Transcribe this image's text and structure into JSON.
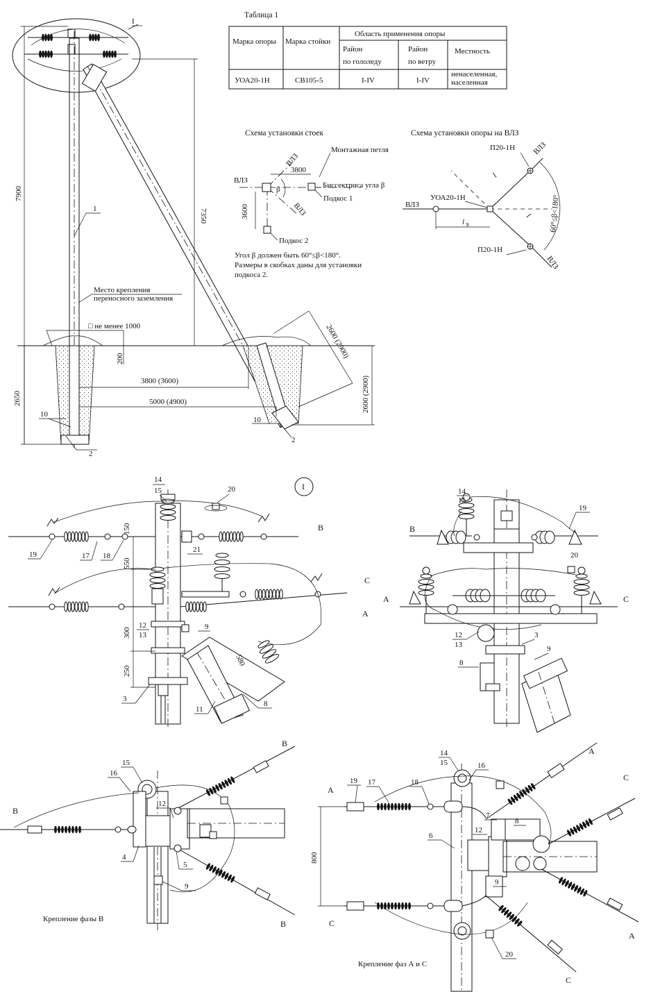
{
  "table": {
    "caption": "Таблица 1",
    "col_support": "Марка опоры",
    "col_post": "Марка стойки",
    "col_area": "Область применения опоры",
    "col_ice_1": "Район",
    "col_ice_2": "по гололеду",
    "col_wind_1": "Район",
    "col_wind_2": "по ветру",
    "col_terrain": "Местность",
    "row": {
      "support": "УОА20-1Н",
      "post": "СВ105-5",
      "ice": "I-IV",
      "wind": "I-IV",
      "terrain_1": "ненаселенная,",
      "terrain_2": "населенная"
    }
  },
  "scheme_posts": {
    "title": "Схема установки стоек",
    "vlz": "ВЛЗ",
    "mount_loop": "Монтажная петля",
    "bisector": "Биссектриса угла β",
    "brace1": "Подкос 1",
    "brace2": "Подкос 2",
    "dim_3800": "3800",
    "dim_3600": "3600",
    "beta": "β",
    "note_1": "Угол β должен быть 60°≤β<180°.",
    "note_2": "Размеры в скобках даны для установки",
    "note_3": "подкоса 2."
  },
  "scheme_line": {
    "title": "Схема установки опоры на ВЛЗ",
    "p20_top": "П20-1Н",
    "p20_bottom": "П20-1Н",
    "uoa": "УОА20-1Н",
    "vlz": "ВЛЗ",
    "l3": "l",
    "l3_sub": "з",
    "angle": "60°≤β<180°"
  },
  "elevation": {
    "dim_7900": "7900",
    "dim_7350": "7350",
    "dim_2650": "2650",
    "dim_200": "200",
    "dim_min1000": "□ не менее 1000",
    "dim_3800": "3800 (3600)",
    "dim_5000": "5000 (4900)",
    "dim_2600a": "2600 (2900)",
    "dim_2600b": "2600 (2900)",
    "ground_note_1": "Место крепления",
    "ground_note_2": "переносного заземления",
    "pos1": "1",
    "pos1b": "I",
    "pos2": "2",
    "pos2b": "2",
    "pos10": "10",
    "pos10b": "10"
  },
  "detail_left": {
    "node": "I",
    "p14": "14",
    "p15": "15",
    "p20": "20",
    "p19": "19",
    "p17": "17",
    "p18": "18",
    "p21": "21",
    "p12": "12",
    "p13": "13",
    "p9": "9",
    "p3": "3",
    "p11": "11",
    "p8": "8",
    "d150": "150",
    "d550": "550",
    "d300": "300",
    "d250": "250",
    "d580": "580",
    "phase_b": "В",
    "phase_c": "С",
    "phase_a": "А"
  },
  "detail_right": {
    "p14": "14",
    "p15": "15",
    "p19": "19",
    "p20": "20",
    "p12": "12",
    "p13": "13",
    "p3": "3",
    "p9": "9",
    "p8": "8",
    "phase_b": "В",
    "phase_a": "А",
    "phase_c": "С"
  },
  "plan_b": {
    "caption": "Крепление фазы В",
    "p15": "15",
    "p16": "16",
    "p12": "12",
    "p4": "4",
    "p5": "5",
    "p9": "9",
    "phase_b1": "В",
    "phase_b2": "В",
    "phase_b3": "В"
  },
  "plan_ac": {
    "caption": "Крепление фаз А и С",
    "p14": "14",
    "p15": "15",
    "p16": "16",
    "p19": "19",
    "p17": "17",
    "p18": "18",
    "p6": "6",
    "p7": "7",
    "p8": "8",
    "p12": "12",
    "p9": "9",
    "p20": "20",
    "d800": "800",
    "phase_a1": "А",
    "phase_a2": "А",
    "phase_a3": "А",
    "phase_c1": "С",
    "phase_c2": "С",
    "phase_c3": "С"
  }
}
